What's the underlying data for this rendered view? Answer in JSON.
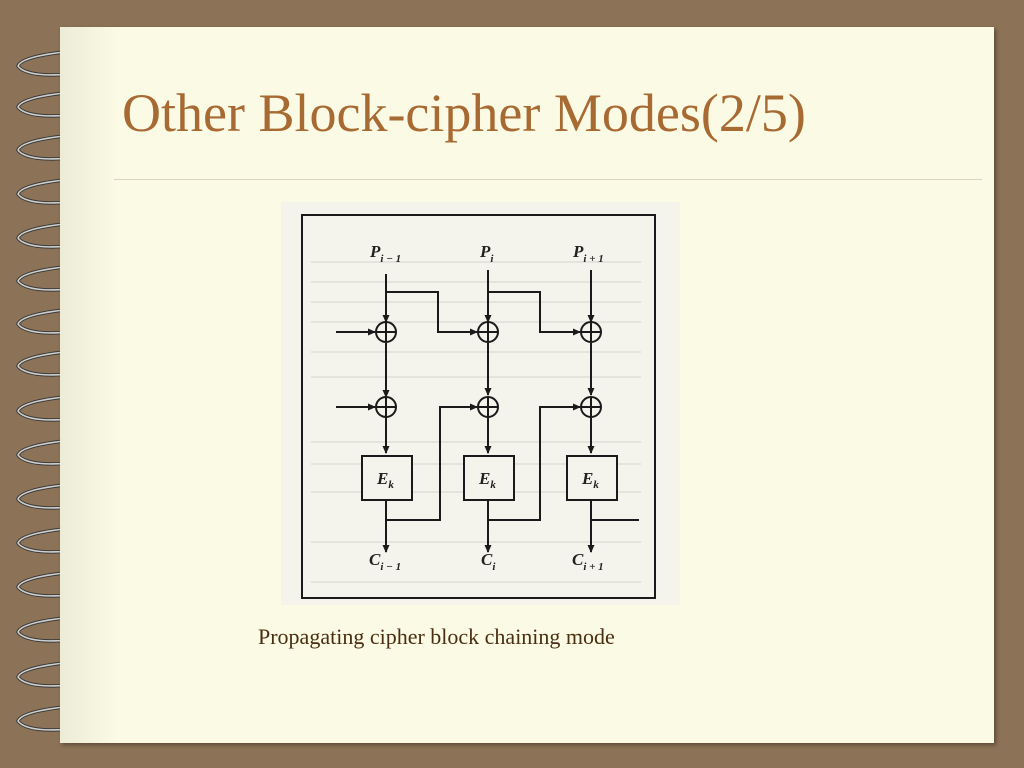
{
  "slide": {
    "title": "Other Block-cipher Modes(2/5)",
    "caption": "Propagating cipher block chaining mode",
    "colors": {
      "background": "#8c7256",
      "page": "#fbfae4",
      "title": "#a86a33",
      "caption": "#4a2e12"
    }
  },
  "diagram": {
    "plaintext_labels": [
      {
        "base": "P",
        "sub": "i − 1"
      },
      {
        "base": "P",
        "sub": "i"
      },
      {
        "base": "P",
        "sub": "i + 1"
      }
    ],
    "cipher_labels": [
      {
        "base": "C",
        "sub": "i − 1"
      },
      {
        "base": "C",
        "sub": "i"
      },
      {
        "base": "C",
        "sub": "i + 1"
      }
    ],
    "encrypt_boxes": [
      {
        "base": "E",
        "sub": "k"
      },
      {
        "base": "E",
        "sub": "k"
      },
      {
        "base": "E",
        "sub": "k"
      }
    ]
  }
}
